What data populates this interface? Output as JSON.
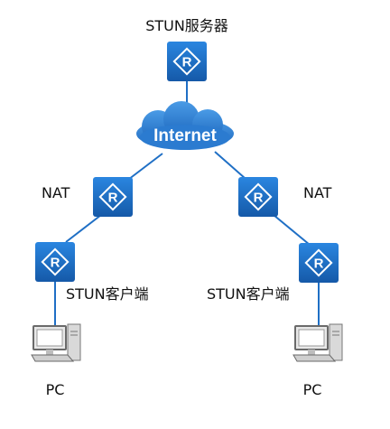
{
  "labels": {
    "stun_server": "STUN服务器",
    "internet": "Internet",
    "nat_left": "NAT",
    "nat_right": "NAT",
    "stun_client_left": "STUN客户端",
    "stun_client_right": "STUN客户端",
    "pc_left": "PC",
    "pc_right": "PC"
  },
  "icons": {
    "router": "router-icon",
    "cloud": "cloud-icon",
    "pc": "pc-icon"
  },
  "colors": {
    "router_fill": "#1f6fc5",
    "router_glyph": "#ffffff",
    "cloud_fill": "#2e7fd2",
    "link": "#1f6fc5",
    "pc_body": "#6a6a6a"
  }
}
